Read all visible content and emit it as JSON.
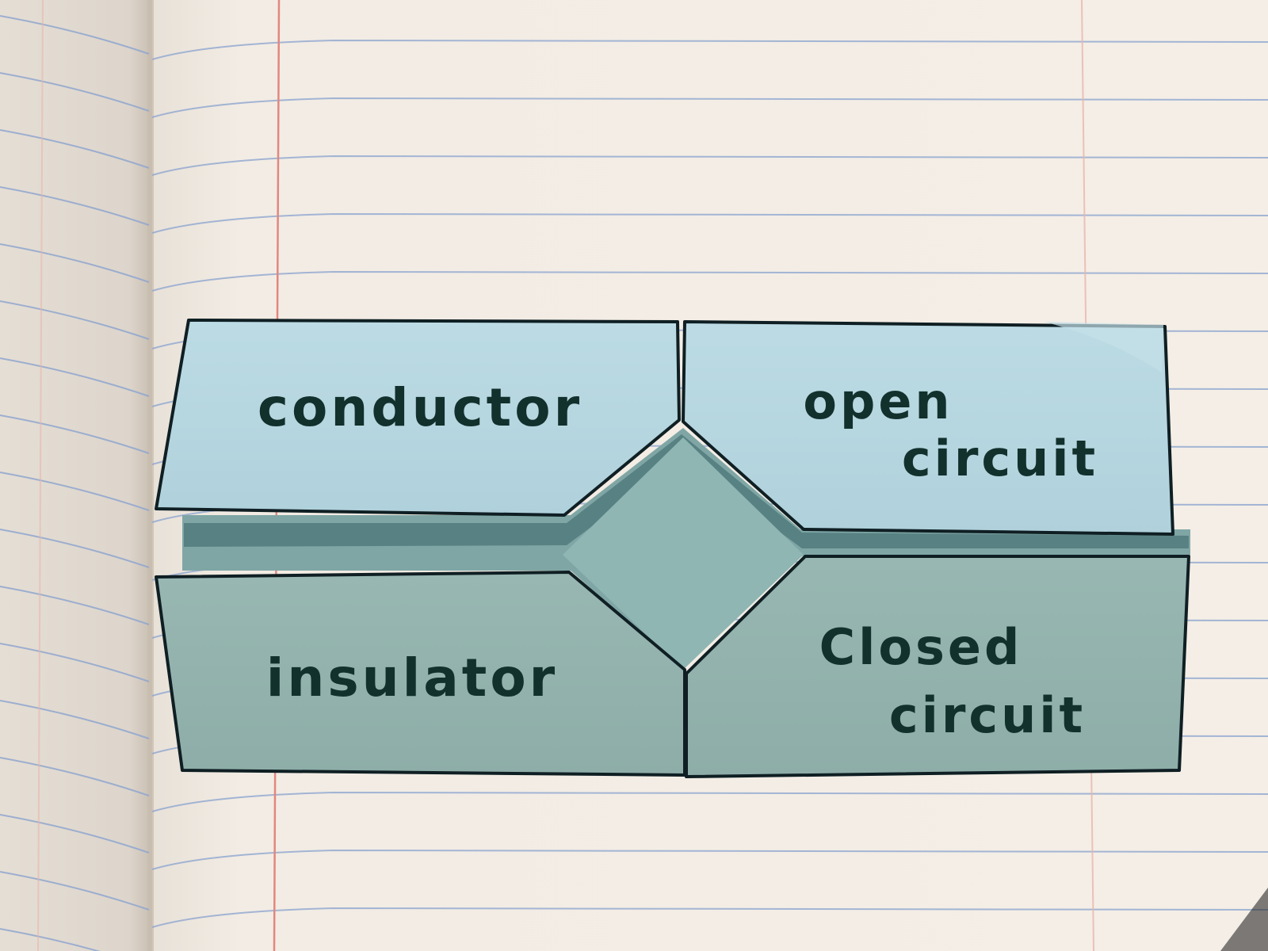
{
  "photo": {
    "subject": "interactive notebook foldable"
  },
  "foldable": {
    "flaps": [
      {
        "id": "top-left",
        "lines": [
          "conductor"
        ]
      },
      {
        "id": "top-right",
        "lines": [
          "open",
          "circuit"
        ]
      },
      {
        "id": "bottom-left",
        "lines": [
          "insulator"
        ]
      },
      {
        "id": "bottom-right",
        "lines": [
          "Closed",
          "circuit"
        ]
      }
    ]
  },
  "colors": {
    "paper": "#f3ede5",
    "paper_left_page": "#ebe5dd",
    "rule_line": "#8fa6cf",
    "margin_line": "#e2877f",
    "flap_light": "#b6d6e0",
    "flap_dark": "#93b2ad",
    "center_panel": "#8fb6b3",
    "outline": "#0f1f23",
    "ink": "#12302c"
  }
}
